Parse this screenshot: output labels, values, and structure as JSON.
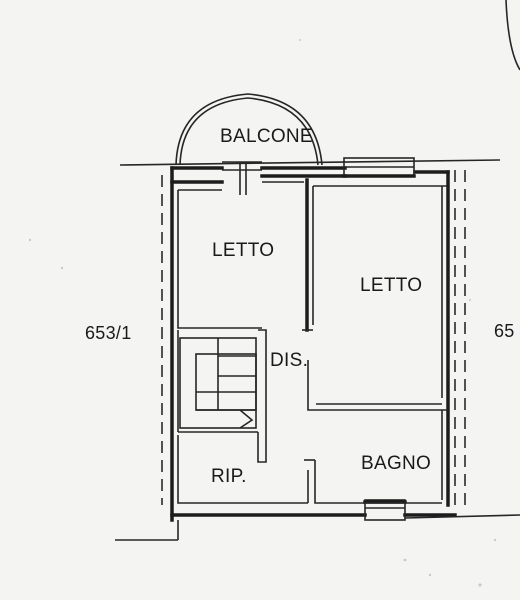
{
  "rooms": {
    "balcony": "BALCONE",
    "bedroom_left": "LETTO",
    "bedroom_right": "LETTO",
    "hallway": "DIS.",
    "storage": "RIP.",
    "bathroom": "BAGNO"
  },
  "parcels": {
    "left": "653/1",
    "right": "65"
  },
  "colors": {
    "ink": "#1c1c1c",
    "paper": "#f4f4f2"
  }
}
